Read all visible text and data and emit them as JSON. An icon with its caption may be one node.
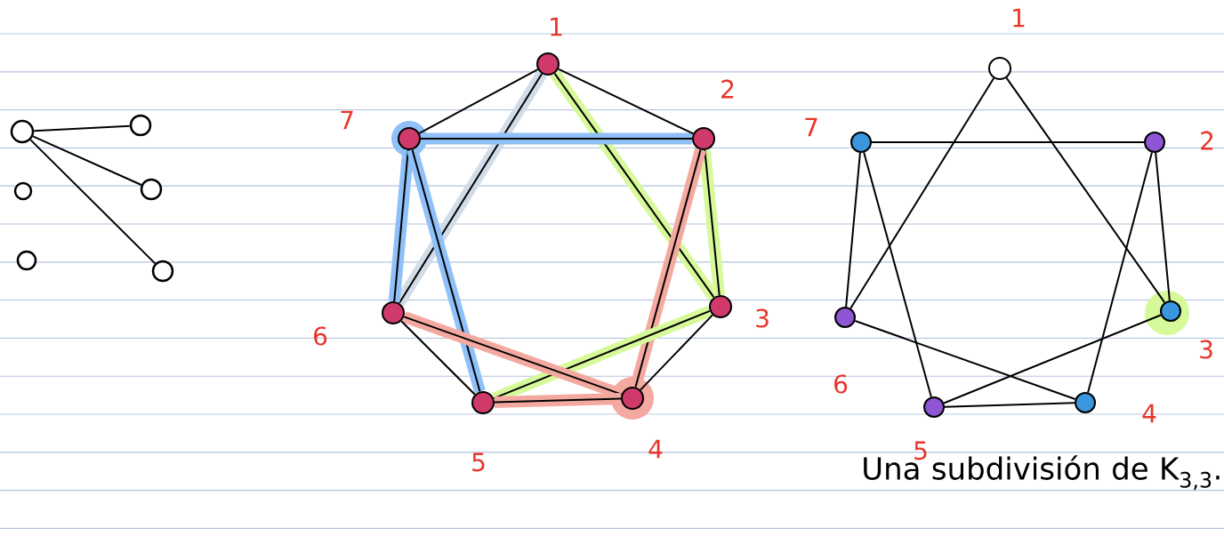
{
  "diagram": {
    "caption": "Una subdivisión de K$_{3,3}$.",
    "nodes": [
      {
        "text": [],
        "shape": "circle"
      },
      {
        "text": [],
        "shape": "circle"
      },
      {
        "text": [],
        "shape": "circle"
      },
      {
        "text": [],
        "shape": "circle"
      },
      {
        "text": [],
        "shape": "circle"
      },
      {
        "text": [],
        "shape": "circle"
      },
      {
        "text": [],
        "shape": "circle",
        "beside": [
          "1"
        ]
      },
      {
        "text": [],
        "shape": "circle",
        "beside": [
          "2"
        ]
      },
      {
        "text": [],
        "shape": "circle",
        "beside": [
          "3"
        ]
      },
      {
        "text": [],
        "shape": "circle",
        "beside": [
          "4"
        ]
      },
      {
        "text": [],
        "shape": "circle",
        "beside": [
          "5"
        ]
      },
      {
        "text": [],
        "shape": "circle",
        "beside": [
          "6"
        ]
      },
      {
        "text": [],
        "shape": "circle",
        "beside": [
          "7"
        ]
      },
      {
        "text": [],
        "shape": "circle",
        "beside": [
          "1"
        ]
      },
      {
        "text": [],
        "shape": "circle",
        "beside": [
          "2"
        ]
      },
      {
        "text": [],
        "shape": "circle",
        "beside": [
          "3"
        ]
      },
      {
        "text": [],
        "shape": "circle",
        "beside": [
          "4"
        ]
      },
      {
        "text": [],
        "shape": "circle",
        "beside": [
          "5"
        ]
      },
      {
        "text": [],
        "shape": "circle",
        "beside": [
          "6"
        ]
      },
      {
        "text": [],
        "shape": "circle",
        "beside": [
          "7"
        ]
      }
    ],
    "edges": [
      {
        "from": 0,
        "to": 1,
        "arrow": "none"
      },
      {
        "from": 0,
        "to": 3,
        "arrow": "none"
      },
      {
        "from": 0,
        "to": 5,
        "arrow": "none"
      },
      {
        "from": 6,
        "to": 12,
        "arrow": "none"
      },
      {
        "from": 6,
        "to": 7,
        "arrow": "none"
      },
      {
        "from": 6,
        "to": 11,
        "arrow": "none",
        "style": "thick",
        "color": "#d0dce8"
      },
      {
        "from": 6,
        "to": 8,
        "arrow": "none",
        "style": "thick",
        "color": "#d6f99a"
      },
      {
        "from": 12,
        "to": 7,
        "arrow": "none",
        "style": "thick",
        "color": "#8fc0f7"
      },
      {
        "from": 12,
        "to": 11,
        "arrow": "none",
        "style": "thick",
        "color": "#8fc0f7"
      },
      {
        "from": 12,
        "to": 10,
        "arrow": "none",
        "style": "thick",
        "color": "#8fc0f7"
      },
      {
        "from": 7,
        "to": 8,
        "arrow": "none",
        "style": "thick",
        "color": "#d6f99a"
      },
      {
        "from": 7,
        "to": 9,
        "arrow": "none",
        "style": "thick",
        "color": "#f4a9a0"
      },
      {
        "from": 8,
        "to": 9,
        "arrow": "none"
      },
      {
        "from": 8,
        "to": 10,
        "arrow": "none",
        "style": "thick",
        "color": "#d6f99a"
      },
      {
        "from": 11,
        "to": 10,
        "arrow": "none"
      },
      {
        "from": 11,
        "to": 9,
        "arrow": "none",
        "style": "thick",
        "color": "#f4a9a0"
      },
      {
        "from": 10,
        "to": 9,
        "arrow": "none",
        "style": "thick",
        "color": "#f4a9a0"
      },
      {
        "from": 13,
        "to": 18,
        "arrow": "none"
      },
      {
        "from": 13,
        "to": 15,
        "arrow": "none"
      },
      {
        "from": 19,
        "to": 14,
        "arrow": "none"
      },
      {
        "from": 19,
        "to": 18,
        "arrow": "none"
      },
      {
        "from": 19,
        "to": 17,
        "arrow": "none"
      },
      {
        "from": 14,
        "to": 15,
        "arrow": "none"
      },
      {
        "from": 14,
        "to": 16,
        "arrow": "none"
      },
      {
        "from": 18,
        "to": 16,
        "arrow": "none"
      },
      {
        "from": 15,
        "to": 17,
        "arrow": "none"
      },
      {
        "from": 17,
        "to": 16,
        "arrow": "none"
      }
    ]
  }
}
